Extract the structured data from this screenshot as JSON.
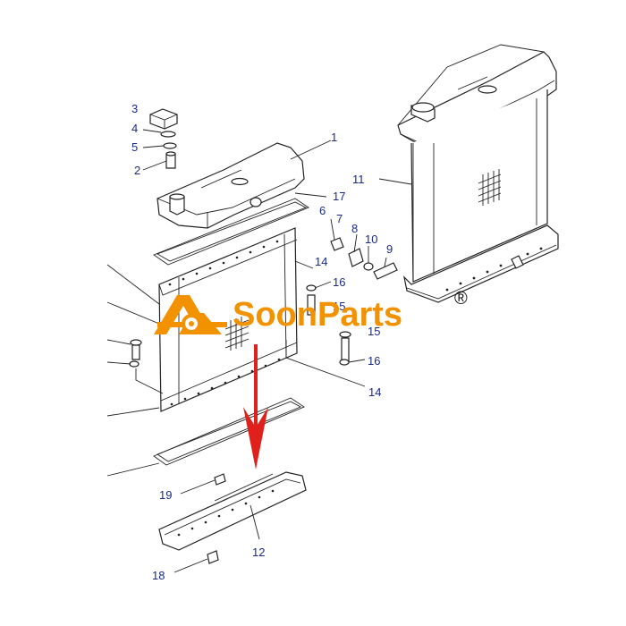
{
  "logo": {
    "brand": "SoonParts",
    "mark": "®",
    "color": "#f39200"
  },
  "arrow": {
    "color": "#e0211b"
  },
  "callout_color": "#1a2a8a",
  "callouts": {
    "c1": "1",
    "c2": "2",
    "c3": "3",
    "c4": "4",
    "c5": "5",
    "c6": "6",
    "c7": "7",
    "c8": "8",
    "c9": "9",
    "c10": "10",
    "c11": "11",
    "c12": "12",
    "c14a": "14",
    "c14b": "14",
    "c15a": "15",
    "c15b": "15",
    "c16a": "16",
    "c16b": "16",
    "c17": "17",
    "c18": "18",
    "c19": "19"
  }
}
